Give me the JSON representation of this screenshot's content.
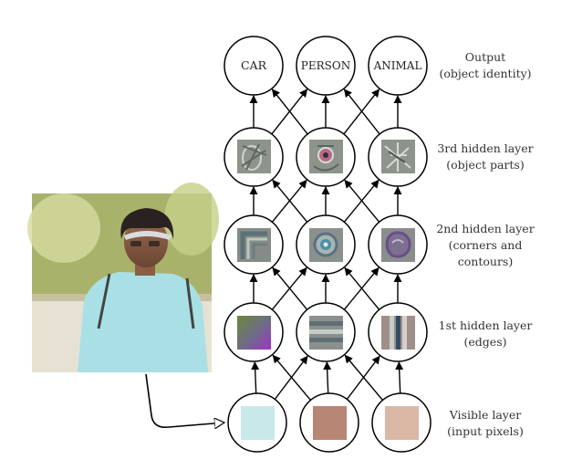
{
  "output_nodes": [
    "CAR",
    "PERSON",
    "ANIMAL"
  ],
  "layer_labels": {
    "output": [
      "Output",
      "(object identity)"
    ],
    "hidden3": [
      "3rd hidden layer",
      "(object parts)"
    ],
    "hidden2": [
      "2nd hidden layer",
      "(corners and",
      "contours)"
    ],
    "hidden1": [
      "1st hidden layer",
      "(edges)"
    ],
    "visible": [
      "Visible layer",
      "(input pixels)"
    ]
  },
  "colors": {
    "pixel_1": "#c9e8ea",
    "pixel_2": "#b88674",
    "pixel_3": "#dbb7a6",
    "node_stroke": "#000000",
    "text": "#333333"
  },
  "icons": {
    "input_photo": "woman-photo",
    "edge_feature_1": "diagonal-gradient-feature",
    "edge_feature_2": "horizontal-stripes-feature",
    "edge_feature_3": "vertical-stripes-feature",
    "corner_feature_1": "corner-feature",
    "corner_feature_2": "circle-contour-feature",
    "corner_feature_3": "blob-contour-feature",
    "part_feature_1": "wheel-part-feature",
    "part_feature_2": "face-part-feature",
    "part_feature_3": "limb-part-feature"
  }
}
